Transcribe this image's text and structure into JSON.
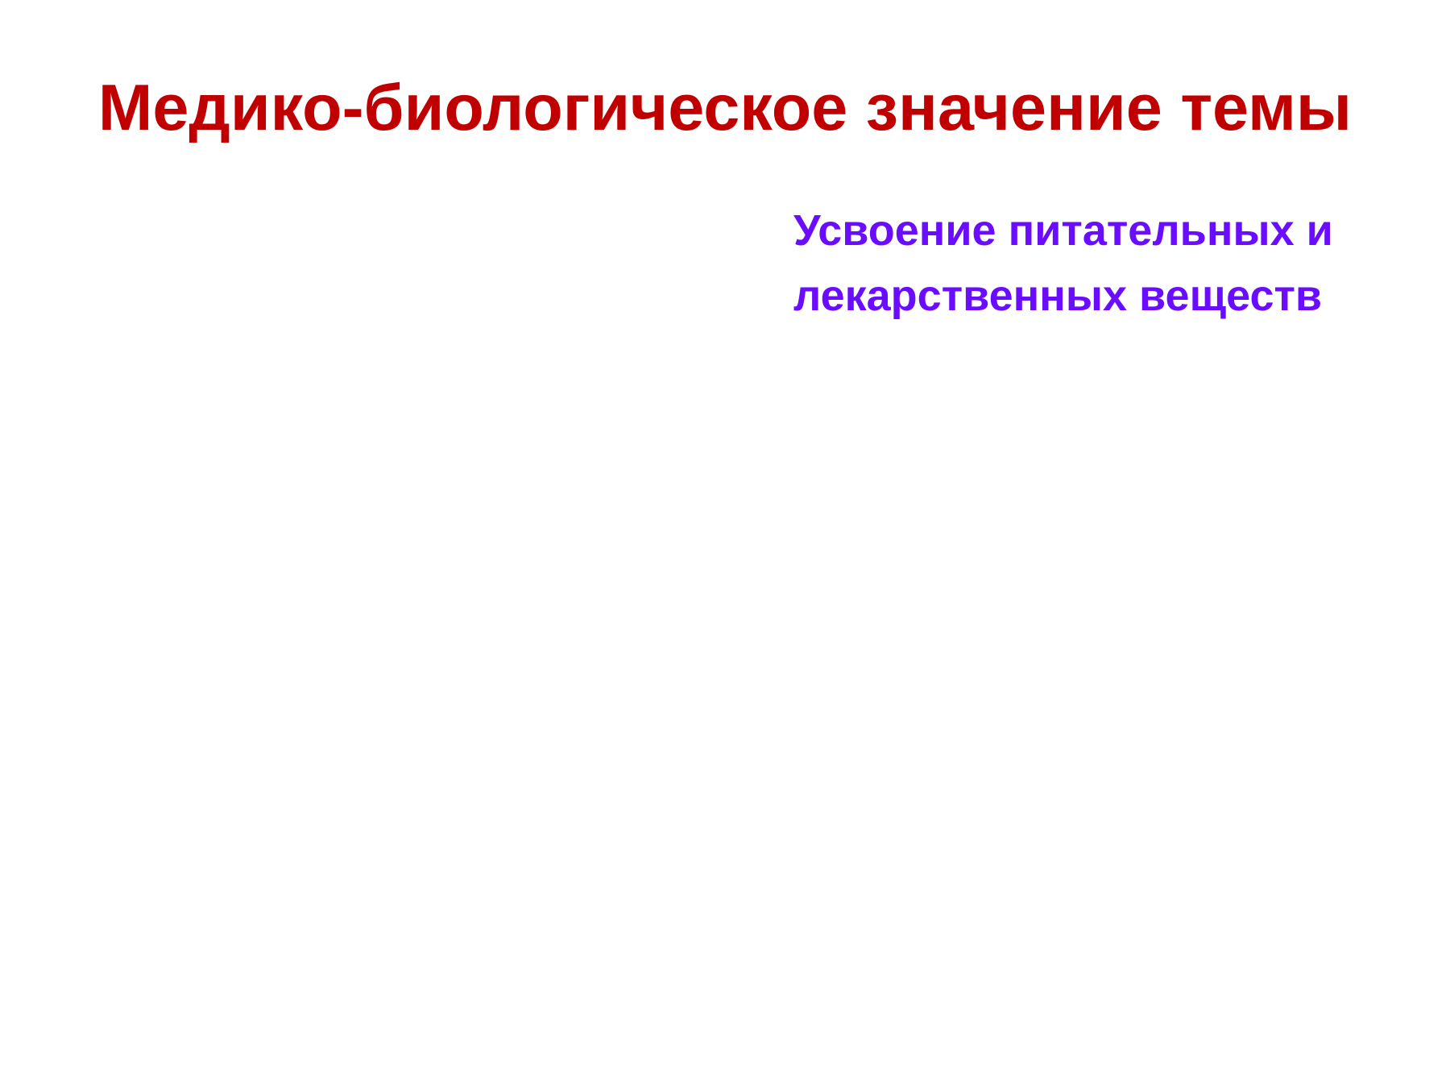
{
  "slide": {
    "title": "Медико-биологическое значение темы",
    "subtitle_lines": [
      "Усвоение питательных и",
      "лекарственных веществ"
    ],
    "colors": {
      "title": "#c00000",
      "subtitle": "#6a0dff",
      "background": "#ffffff"
    }
  }
}
